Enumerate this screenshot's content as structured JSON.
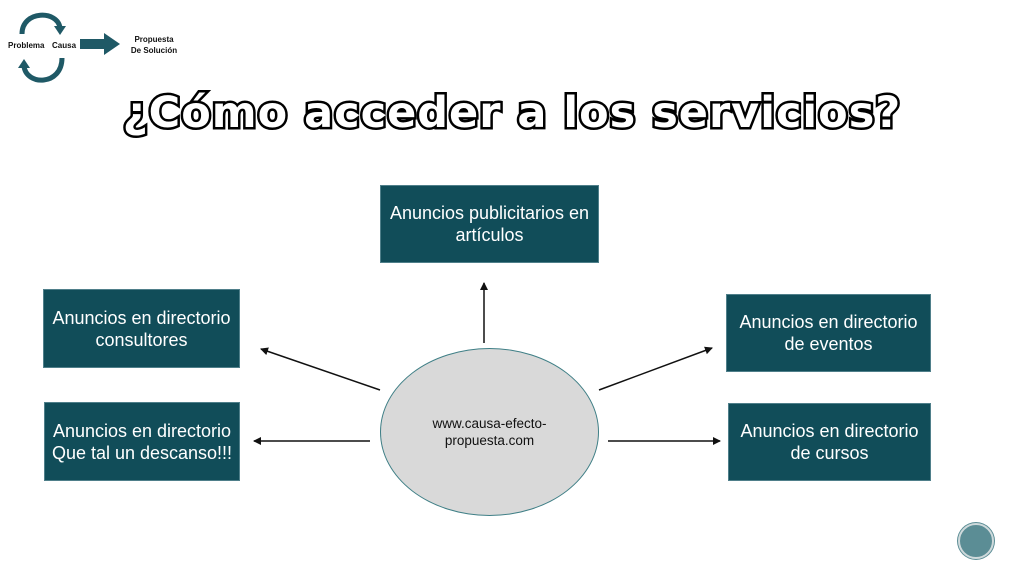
{
  "logo": {
    "problema": "Problema",
    "causa": "Causa",
    "propuesta_line1": "Propuesta",
    "propuesta_line2": "De Solución"
  },
  "title": "¿Cómo acceder a los servicios?",
  "center": {
    "text": "www.causa-efecto-propuesta.com"
  },
  "boxes": {
    "top": "Anuncios publicitarios en artículos",
    "left1": "Anuncios en directorio consultores",
    "left2": "Anuncios en directorio Que tal un descanso!!!",
    "right1": "Anuncios en directorio de eventos",
    "right2": "Anuncios en directorio de cursos"
  },
  "colors": {
    "box_fill": "#114d59",
    "ellipse_fill": "#d9d9d9",
    "logo_teal": "#1f5966"
  }
}
